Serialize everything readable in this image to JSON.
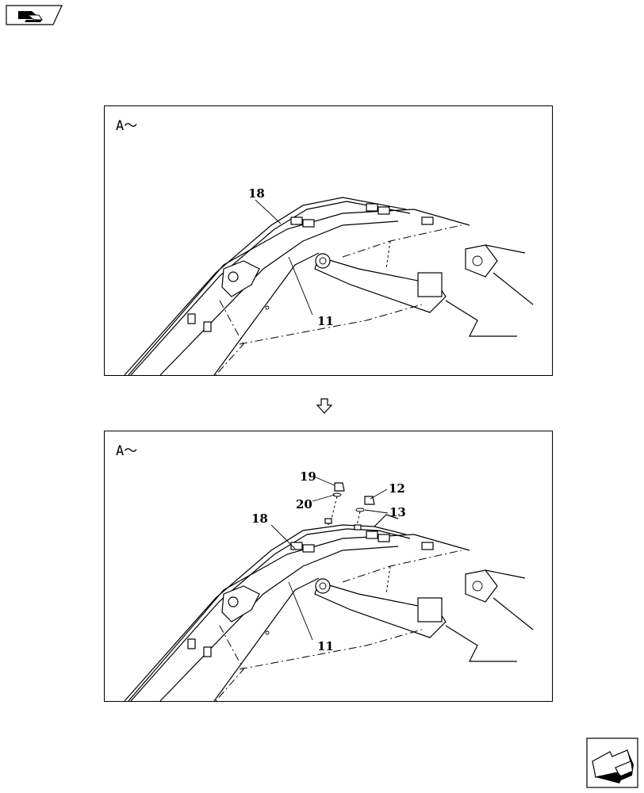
{
  "header": {
    "icon": "book-arrow-icon"
  },
  "footer": {
    "icon": "next-page-arrow-icon"
  },
  "panels": [
    {
      "label": "A～",
      "callouts": {
        "c18": "18",
        "c11": "11"
      }
    },
    {
      "label": "A～",
      "callouts": {
        "c19": "19",
        "c20": "20",
        "c12": "12",
        "c13": "13",
        "c18": "18",
        "c11": "11"
      }
    }
  ],
  "transition": {
    "icon": "down-arrow-icon"
  }
}
